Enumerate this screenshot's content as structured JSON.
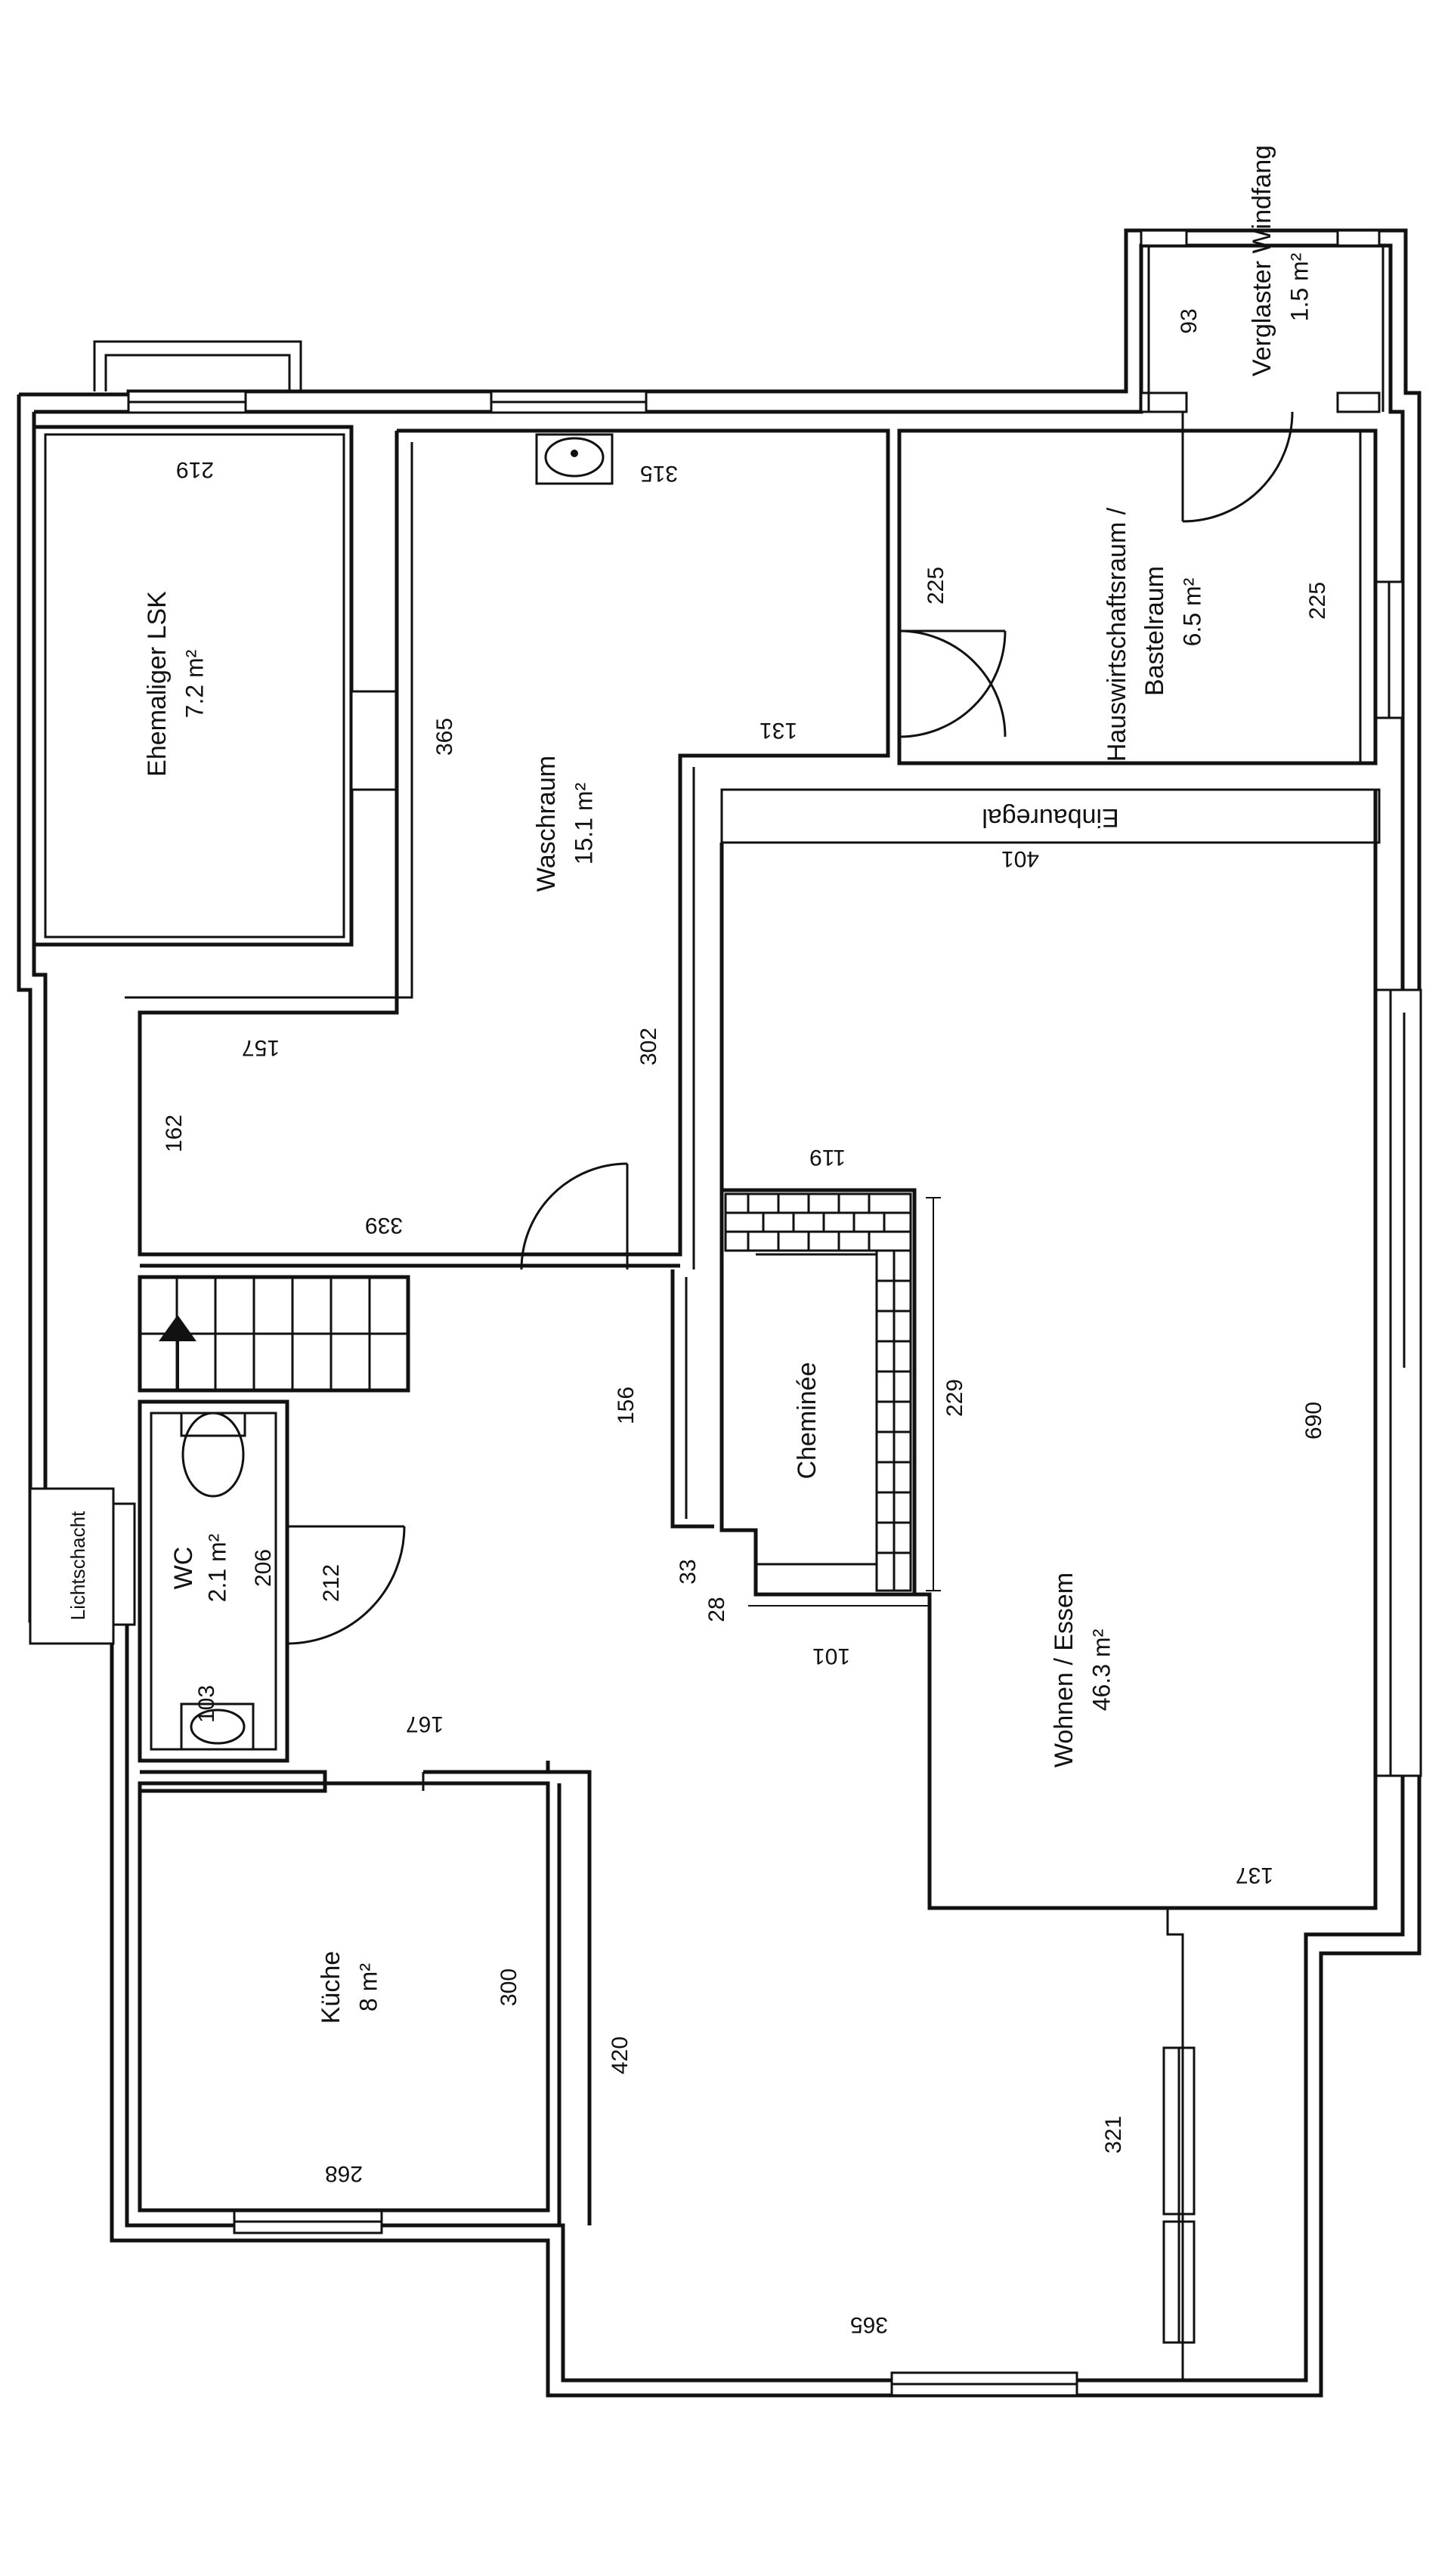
{
  "rooms": {
    "lsk": {
      "name": "Ehemaliger LSK",
      "area": "7.2 m²"
    },
    "waschraum": {
      "name": "Waschraum",
      "area": "15.1 m²"
    },
    "hauswirtschaft": {
      "name_line1": "Hauswirtschaftsraum /",
      "name_line2": "Bastelraum",
      "area": "6.5 m²"
    },
    "windfang": {
      "name": "Verglaster Windfang",
      "area": "1.5 m²"
    },
    "wc": {
      "name": "WC",
      "area": "2.1 m²"
    },
    "kueche": {
      "name": "Küche",
      "area": "8 m²"
    },
    "wohnen": {
      "name": "Wohnen / Essem",
      "area": "46.3 m²"
    }
  },
  "labels": {
    "einbauregal": "Einbauregal",
    "cheminee": "Cheminée",
    "lichtschacht": "Lichtschacht"
  },
  "dimensions": {
    "d219": "219",
    "d315": "315",
    "d365a": "365",
    "d131": "131",
    "d225a": "225",
    "d225b": "225",
    "d93": "93",
    "d401": "401",
    "d157": "157",
    "d162": "162",
    "d302": "302",
    "d119": "119",
    "d339": "339",
    "d156": "156",
    "d229": "229",
    "d690": "690",
    "d33": "33",
    "d28": "28",
    "d101": "101",
    "d206": "206",
    "d212": "212",
    "d103": "103",
    "d167": "167",
    "d137": "137",
    "d300": "300",
    "d420": "420",
    "d321": "321",
    "d268": "268",
    "d365b": "365"
  }
}
